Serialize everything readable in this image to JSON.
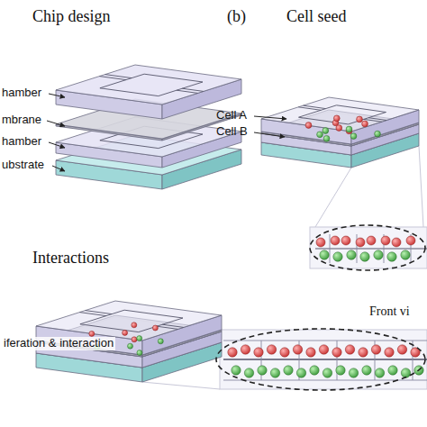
{
  "diagram": {
    "labels": [
      "Chip design",
      "(b)",
      "Cell seed",
      "hamber",
      "mbrane",
      "hamber",
      "ubstrate",
      "Cell A",
      "Cell B",
      "Interactions",
      "Front vi",
      "iferation & interaction"
    ]
  }
}
